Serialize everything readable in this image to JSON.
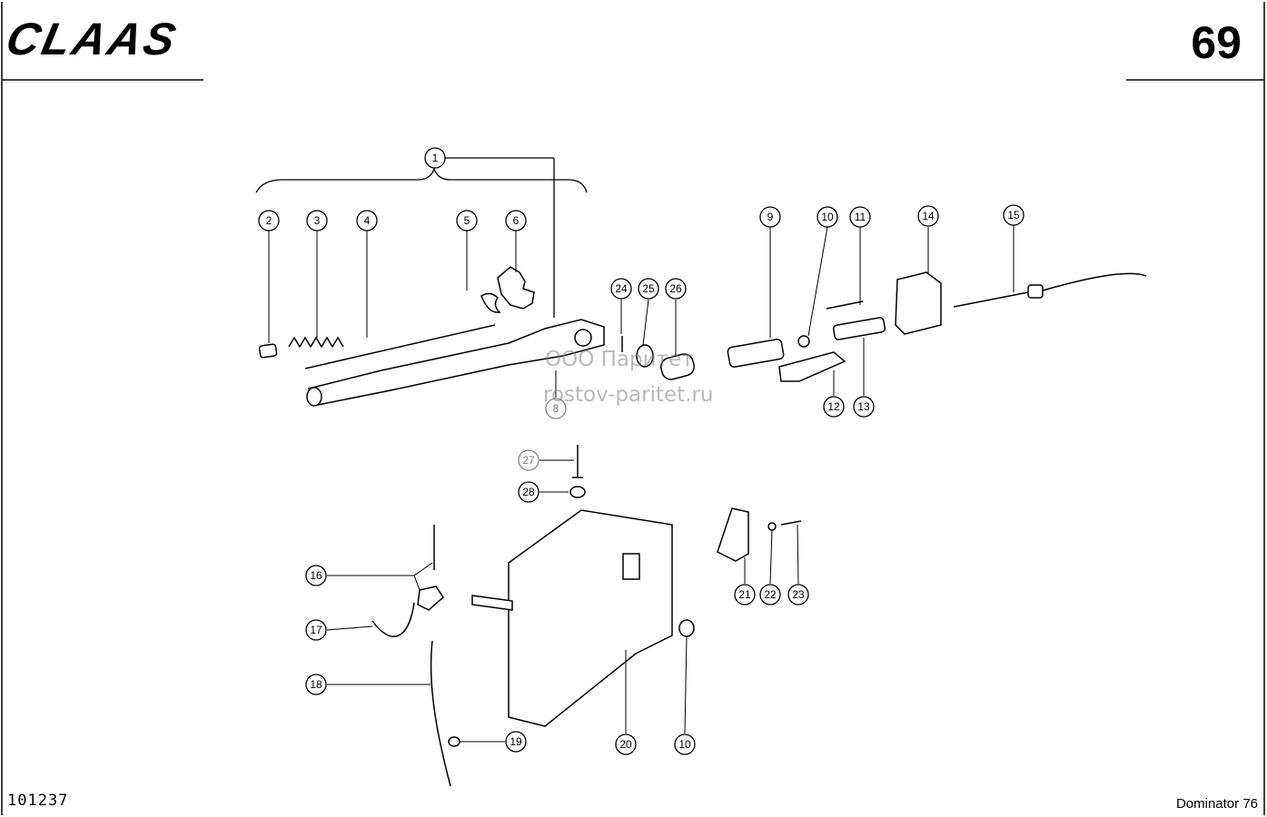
{
  "header": {
    "brand": "CLAAS",
    "page_number": "69"
  },
  "footer": {
    "reference": "101237",
    "model": "Dominator 76"
  },
  "watermark": {
    "line1": "ООО Паритет",
    "line2": "rostov-paritet.ru"
  },
  "callouts": [
    {
      "label": "1"
    },
    {
      "label": "2"
    },
    {
      "label": "3"
    },
    {
      "label": "4"
    },
    {
      "label": "5"
    },
    {
      "label": "6"
    },
    {
      "label": "8"
    },
    {
      "label": "9"
    },
    {
      "label": "10"
    },
    {
      "label": "11"
    },
    {
      "label": "12"
    },
    {
      "label": "13"
    },
    {
      "label": "14"
    },
    {
      "label": "15"
    },
    {
      "label": "16"
    },
    {
      "label": "17"
    },
    {
      "label": "18"
    },
    {
      "label": "19"
    },
    {
      "label": "20"
    },
    {
      "label": "10"
    },
    {
      "label": "21"
    },
    {
      "label": "22"
    },
    {
      "label": "23"
    },
    {
      "label": "24"
    },
    {
      "label": "25"
    },
    {
      "label": "26"
    },
    {
      "label": "27"
    },
    {
      "label": "28"
    }
  ]
}
